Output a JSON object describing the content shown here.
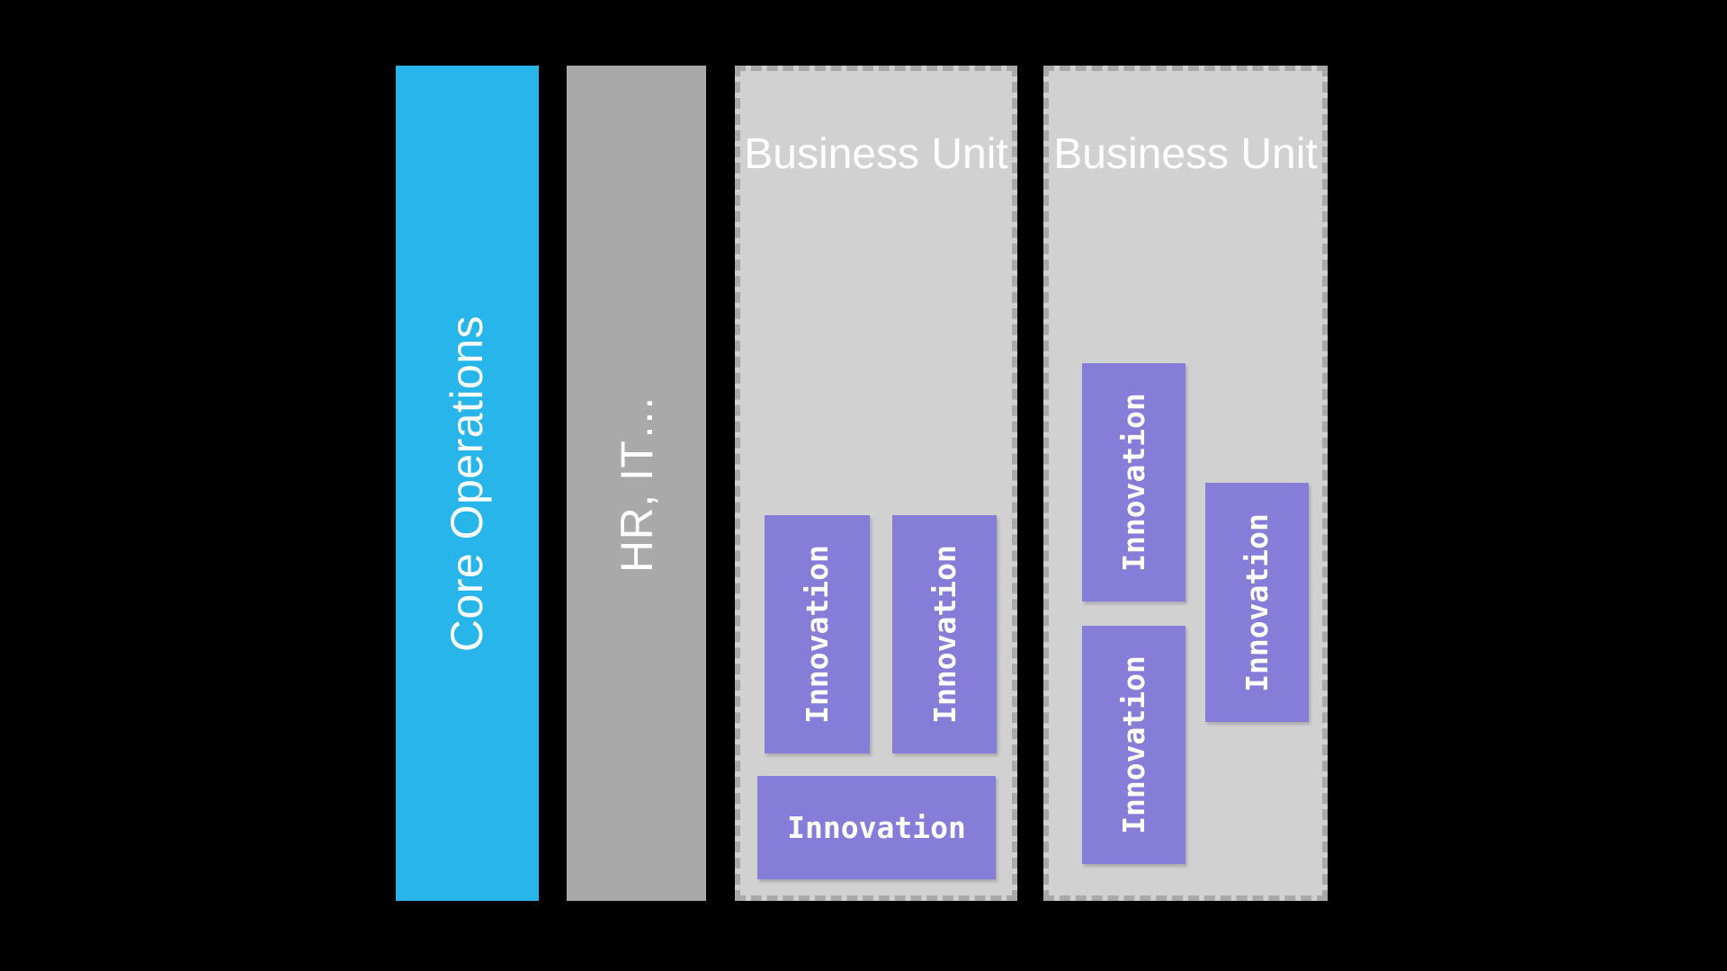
{
  "diagram": {
    "bars": [
      {
        "name": "core-operations",
        "label": "Core Operations",
        "color": "#28b5e9",
        "text_color": "#ffffff"
      },
      {
        "name": "shared-services",
        "label": "HR, IT…",
        "color": "#a9a9a9",
        "text_color": "#ffffff"
      }
    ],
    "business_units": [
      {
        "title": "Business Unit",
        "boxes": [
          {
            "label": "Innovation",
            "orientation": "vertical"
          },
          {
            "label": "Innovation",
            "orientation": "vertical"
          },
          {
            "label": "Innovation",
            "orientation": "horizontal"
          }
        ]
      },
      {
        "title": "Business Unit",
        "boxes": [
          {
            "label": "Innovation",
            "orientation": "vertical"
          },
          {
            "label": "Innovation",
            "orientation": "vertical"
          },
          {
            "label": "Innovation",
            "orientation": "vertical"
          }
        ]
      }
    ],
    "colors": {
      "background": "#000000",
      "unit_fill": "#d2d1d2",
      "unit_border": "#a9a9a9",
      "innovation_fill": "#867dd8",
      "innovation_text": "#ffffff",
      "unit_title_text": "#ffffff"
    }
  }
}
